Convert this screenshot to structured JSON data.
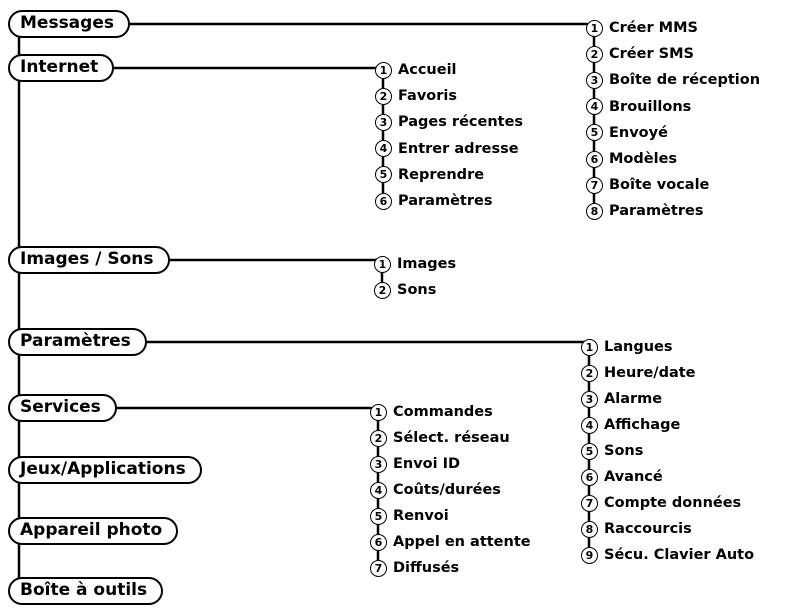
{
  "menus": [
    {
      "id": "messages",
      "label": "Messages",
      "items": [
        "Créer MMS",
        "Créer SMS",
        "Boîte de réception",
        "Brouillons",
        "Envoyé",
        "Modèles",
        "Boîte vocale",
        "Paramètres"
      ]
    },
    {
      "id": "internet",
      "label": "Internet",
      "items": [
        "Accueil",
        "Favoris",
        "Pages récentes",
        "Entrer adresse",
        "Reprendre",
        "Paramètres"
      ]
    },
    {
      "id": "images-sons",
      "label": "Images / Sons",
      "items": [
        "Images",
        "Sons"
      ]
    },
    {
      "id": "parametres",
      "label": "Paramètres",
      "items": [
        "Langues",
        "Heure/date",
        "Alarme",
        "Affichage",
        "Sons",
        "Avancé",
        "Compte données",
        "Raccourcis",
        "Sécu. Clavier Auto"
      ]
    },
    {
      "id": "services",
      "label": "Services",
      "items": [
        "Commandes",
        "Sélect. réseau",
        "Envoi ID",
        "Coûts/durées",
        "Renvoi",
        "Appel en attente",
        "Diffusés"
      ]
    },
    {
      "id": "jeux-applications",
      "label": "Jeux/Applications",
      "items": []
    },
    {
      "id": "appareil-photo",
      "label": "Appareil photo",
      "items": []
    },
    {
      "id": "boite-a-outils",
      "label": "Boîte à outils",
      "items": []
    }
  ]
}
